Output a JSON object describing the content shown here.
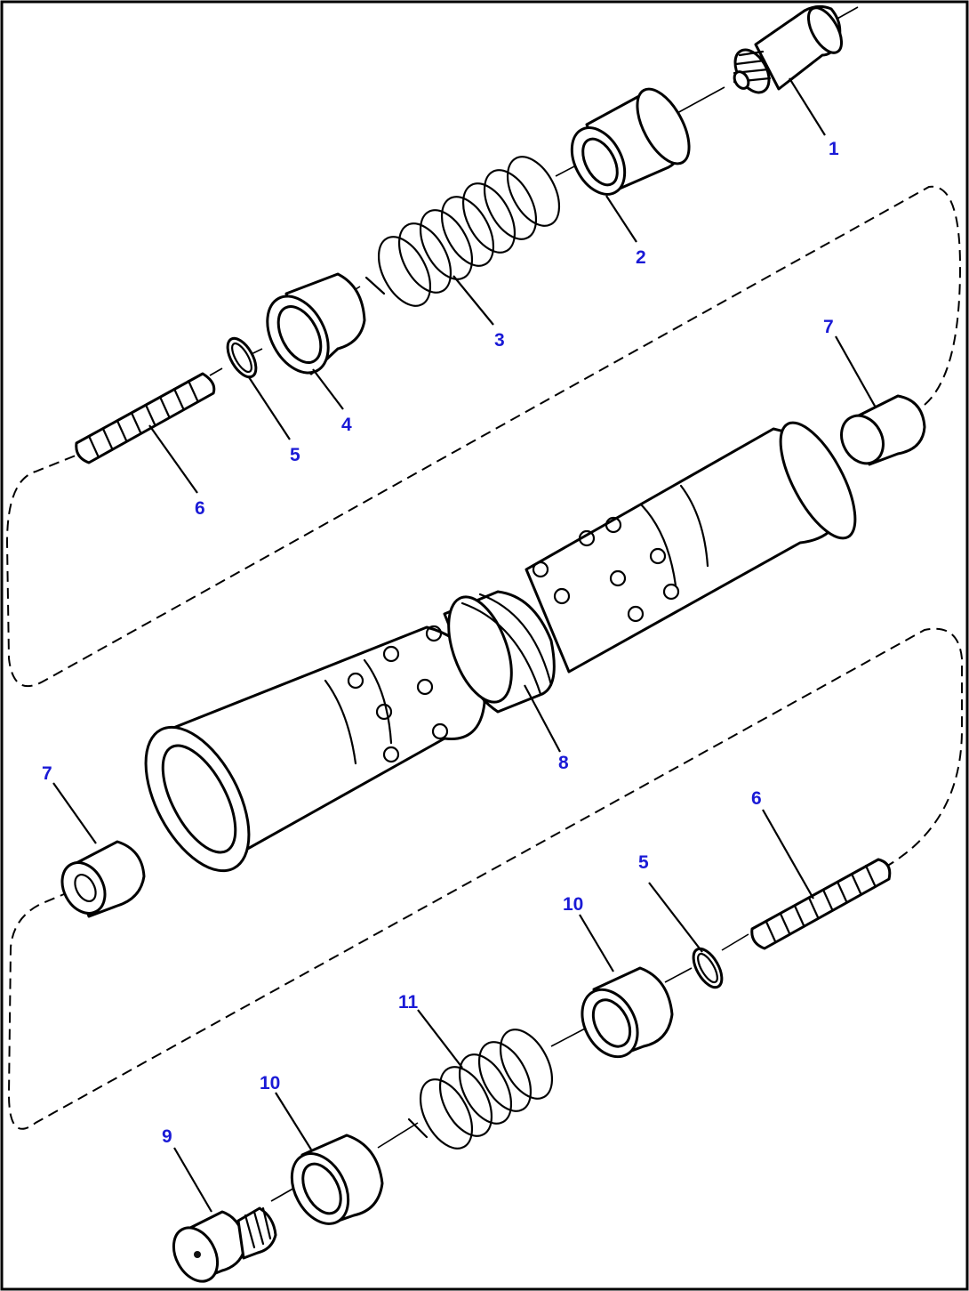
{
  "callouts": [
    {
      "id": "c1",
      "text": "1"
    },
    {
      "id": "c2",
      "text": "2"
    },
    {
      "id": "c3",
      "text": "3"
    },
    {
      "id": "c4",
      "text": "4"
    },
    {
      "id": "c5a",
      "text": "5"
    },
    {
      "id": "c6a",
      "text": "6"
    },
    {
      "id": "c7a",
      "text": "7"
    },
    {
      "id": "c8",
      "text": "8"
    },
    {
      "id": "c7b",
      "text": "7"
    },
    {
      "id": "c6b",
      "text": "6"
    },
    {
      "id": "c5b",
      "text": "5"
    },
    {
      "id": "c10a",
      "text": "10"
    },
    {
      "id": "c11",
      "text": "11"
    },
    {
      "id": "c10b",
      "text": "10"
    },
    {
      "id": "c9",
      "text": "9"
    }
  ],
  "colors": {
    "callout": "#1a1ad6",
    "line": "#000000",
    "background": "#ffffff"
  }
}
